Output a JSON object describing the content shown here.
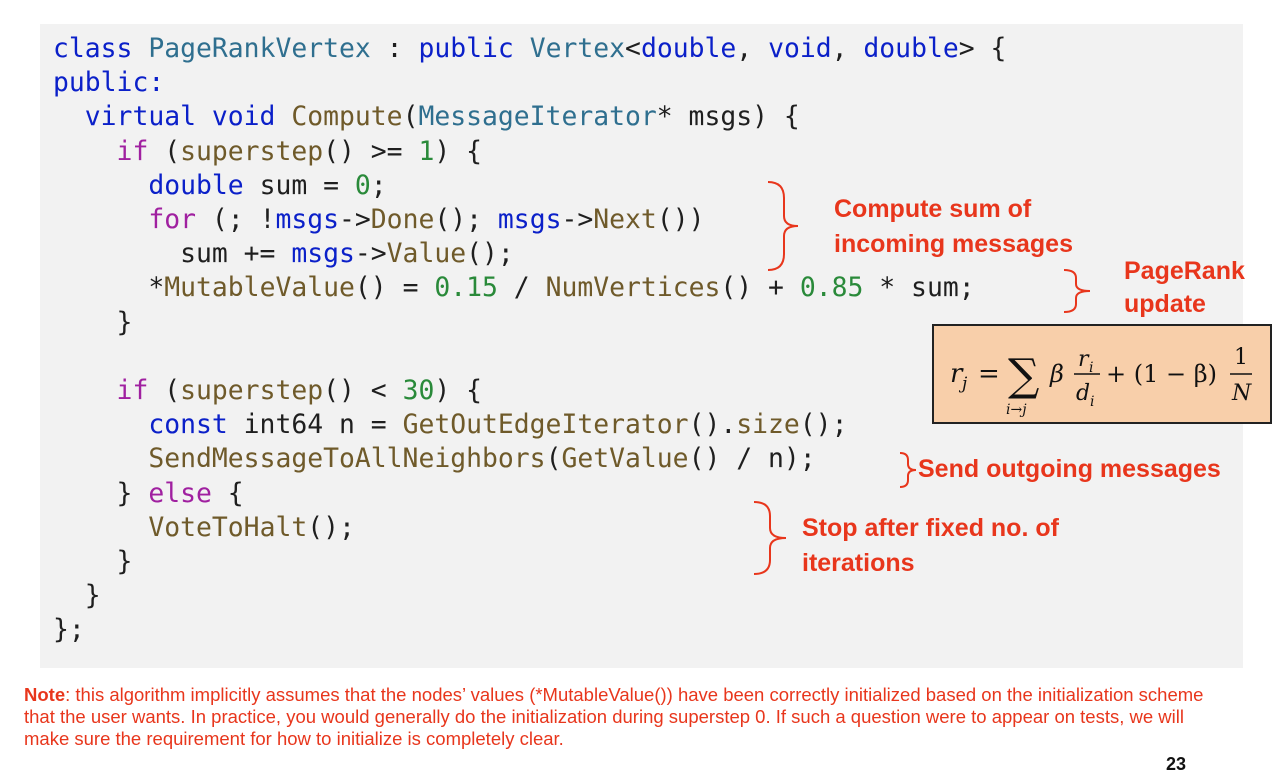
{
  "code": {
    "lines": [
      [
        {
          "t": "class ",
          "c": "kw"
        },
        {
          "t": "PageRankVertex",
          "c": "ty"
        },
        {
          "t": " : ",
          "c": "op"
        },
        {
          "t": "public ",
          "c": "kw"
        },
        {
          "t": "Vertex",
          "c": "ty"
        },
        {
          "t": "<",
          "c": "op"
        },
        {
          "t": "double",
          "c": "kw"
        },
        {
          "t": ", ",
          "c": "op"
        },
        {
          "t": "void",
          "c": "kw"
        },
        {
          "t": ", ",
          "c": "op"
        },
        {
          "t": "double",
          "c": "kw"
        },
        {
          "t": "> {",
          "c": "op"
        }
      ],
      [
        {
          "t": "public:",
          "c": "kw"
        }
      ],
      [
        {
          "t": "  virtual void ",
          "c": "kw"
        },
        {
          "t": "Compute",
          "c": "fn"
        },
        {
          "t": "(",
          "c": "op"
        },
        {
          "t": "MessageIterator",
          "c": "ty"
        },
        {
          "t": "* msgs) {",
          "c": "op"
        }
      ],
      [
        {
          "t": "    if ",
          "c": "ctl"
        },
        {
          "t": "(",
          "c": "op"
        },
        {
          "t": "superstep",
          "c": "fn"
        },
        {
          "t": "() >= ",
          "c": "op"
        },
        {
          "t": "1",
          "c": "num"
        },
        {
          "t": ") {",
          "c": "op"
        }
      ],
      [
        {
          "t": "      double ",
          "c": "kw"
        },
        {
          "t": "sum = ",
          "c": "op"
        },
        {
          "t": "0",
          "c": "num"
        },
        {
          "t": ";",
          "c": "op"
        }
      ],
      [
        {
          "t": "      for ",
          "c": "ctl"
        },
        {
          "t": "(; !",
          "c": "op"
        },
        {
          "t": "msgs",
          "c": "kw"
        },
        {
          "t": "->",
          "c": "op"
        },
        {
          "t": "Done",
          "c": "fn"
        },
        {
          "t": "(); ",
          "c": "op"
        },
        {
          "t": "msgs",
          "c": "kw"
        },
        {
          "t": "->",
          "c": "op"
        },
        {
          "t": "Next",
          "c": "fn"
        },
        {
          "t": "())",
          "c": "op"
        }
      ],
      [
        {
          "t": "        sum += ",
          "c": "op"
        },
        {
          "t": "msgs",
          "c": "kw"
        },
        {
          "t": "->",
          "c": "op"
        },
        {
          "t": "Value",
          "c": "fn"
        },
        {
          "t": "();",
          "c": "op"
        }
      ],
      [
        {
          "t": "      *",
          "c": "op"
        },
        {
          "t": "MutableValue",
          "c": "fn"
        },
        {
          "t": "() = ",
          "c": "op"
        },
        {
          "t": "0.15",
          "c": "num"
        },
        {
          "t": " / ",
          "c": "op"
        },
        {
          "t": "NumVertices",
          "c": "fn"
        },
        {
          "t": "() + ",
          "c": "op"
        },
        {
          "t": "0.85",
          "c": "num"
        },
        {
          "t": " * sum;",
          "c": "op"
        }
      ],
      [
        {
          "t": "    }",
          "c": "op"
        }
      ],
      [
        {
          "t": "",
          "c": "op"
        }
      ],
      [
        {
          "t": "    if ",
          "c": "ctl"
        },
        {
          "t": "(",
          "c": "op"
        },
        {
          "t": "superstep",
          "c": "fn"
        },
        {
          "t": "() < ",
          "c": "op"
        },
        {
          "t": "30",
          "c": "num"
        },
        {
          "t": ") {",
          "c": "op"
        }
      ],
      [
        {
          "t": "      const ",
          "c": "kw"
        },
        {
          "t": "int64 n = ",
          "c": "op"
        },
        {
          "t": "GetOutEdgeIterator",
          "c": "fn"
        },
        {
          "t": "().",
          "c": "op"
        },
        {
          "t": "size",
          "c": "fn"
        },
        {
          "t": "();",
          "c": "op"
        }
      ],
      [
        {
          "t": "      ",
          "c": "op"
        },
        {
          "t": "SendMessageToAllNeighbors",
          "c": "fn"
        },
        {
          "t": "(",
          "c": "op"
        },
        {
          "t": "GetValue",
          "c": "fn"
        },
        {
          "t": "() / n);",
          "c": "op"
        }
      ],
      [
        {
          "t": "    } ",
          "c": "op"
        },
        {
          "t": "else",
          "c": "ctl"
        },
        {
          "t": " {",
          "c": "op"
        }
      ],
      [
        {
          "t": "      ",
          "c": "op"
        },
        {
          "t": "VoteToHalt",
          "c": "fn"
        },
        {
          "t": "();",
          "c": "op"
        }
      ],
      [
        {
          "t": "    }",
          "c": "op"
        }
      ],
      [
        {
          "t": "  }",
          "c": "op"
        }
      ],
      [
        {
          "t": "};",
          "c": "op"
        }
      ]
    ]
  },
  "annotations": {
    "sum_line1": "Compute sum of",
    "sum_line2": "incoming messages",
    "pr_line1": "PageRank",
    "pr_line2": "update",
    "send": "Send outgoing messages",
    "stop_line1": "Stop after fixed no. of",
    "stop_line2": "iterations"
  },
  "formula": {
    "lhs": "r",
    "lhs_sub": "j",
    "sum_sub": "i→j",
    "beta": "β",
    "num": "r",
    "num_sub": "i",
    "den": "d",
    "den_sub": "i",
    "middle": "+ (1 − β)",
    "one": "1",
    "N": "N"
  },
  "note": {
    "label": "Note",
    "text": ": this algorithm implicitly assumes that the nodes’ values (*MutableValue()) have been correctly initialized based on the initialization scheme that the user wants. In practice, you would generally do the initialization during superstep 0. If such a question were to appear on tests, we will make sure the requirement for how to initialize is completely clear."
  },
  "page_number": "23",
  "colors": {
    "accent": "#e8361c",
    "formula_bg": "#f8cfaa",
    "code_bg": "#f2f2f2"
  }
}
